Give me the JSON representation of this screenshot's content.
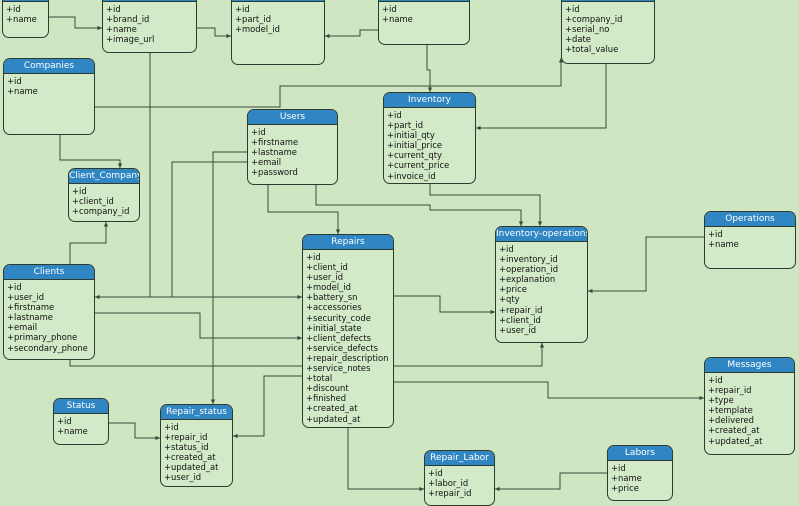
{
  "colors": {
    "background": "#cfe6c2",
    "entity_fill": "#d3eac8",
    "header_fill": "#2f86c3",
    "header_text": "#ffffff",
    "border": "#2f3b2f",
    "connector": "#3a4a3a"
  },
  "entities": {
    "brands": {
      "title": "Brands",
      "fields": [
        "+id",
        "+name"
      ]
    },
    "models": {
      "title": "Models",
      "fields": [
        "+id",
        "+brand_id",
        "+name",
        "+image_url"
      ]
    },
    "parts_models": {
      "title": "",
      "fields": [
        "+id",
        "+part_id",
        "+model_id"
      ]
    },
    "parts": {
      "title": "",
      "fields": [
        "+id",
        "+name"
      ]
    },
    "invoices": {
      "title": "",
      "fields": [
        "+id",
        "+company_id",
        "+serial_no",
        "+date",
        "+total_value"
      ]
    },
    "companies": {
      "title": "Companies",
      "fields": [
        "+id",
        "+name"
      ]
    },
    "inventory": {
      "title": "Inventory",
      "fields": [
        "+id",
        "+part_id",
        "+initial_qty",
        "+initial_price",
        "+current_qty",
        "+current_price",
        "+invoice_id"
      ]
    },
    "users": {
      "title": "Users",
      "fields": [
        "+id",
        "+firstname",
        "+lastname",
        "+email",
        "+password"
      ]
    },
    "client_company": {
      "title": "Client_Company",
      "fields": [
        "+id",
        "+client_id",
        "+company_id"
      ]
    },
    "repairs": {
      "title": "Repairs",
      "fields": [
        "+id",
        "+client_id",
        "+user_id",
        "+model_id",
        "+battery_sn",
        "+accessories",
        "+security_code",
        "+initial_state",
        "+client_defects",
        "+service_defects",
        "+repair_description",
        "+service_notes",
        "+total",
        "+discount",
        "+finished",
        "+created_at",
        "+updated_at"
      ]
    },
    "inventory_operations": {
      "title": "Inventory-operations",
      "fields": [
        "+id",
        "+inventory_id",
        "+operation_id",
        "+explanation",
        "+price",
        "+qty",
        "+repair_id",
        "+client_id",
        "+user_id"
      ]
    },
    "operations": {
      "title": "Operations",
      "fields": [
        "+id",
        "+name"
      ]
    },
    "clients": {
      "title": "Clients",
      "fields": [
        "+id",
        "+user_id",
        "+firstname",
        "+lastname",
        "+email",
        "+primary_phone",
        "+secondary_phone"
      ]
    },
    "status": {
      "title": "Status",
      "fields": [
        "+id",
        "+name"
      ]
    },
    "repair_status": {
      "title": "Repair_status",
      "fields": [
        "+id",
        "+repair_id",
        "+status_id",
        "+created_at",
        "+updated_at",
        "+user_id"
      ]
    },
    "messages": {
      "title": "Messages",
      "fields": [
        "+id",
        "+repair_id",
        "+type",
        "+template",
        "+delivered",
        "+created_at",
        "+updated_at"
      ]
    },
    "repair_labor": {
      "title": "Repair_Labor",
      "fields": [
        "+id",
        "+labor_id",
        "+repair_id"
      ]
    },
    "labors": {
      "title": "Labors",
      "fields": [
        "+id",
        "+name",
        "+price"
      ]
    }
  }
}
